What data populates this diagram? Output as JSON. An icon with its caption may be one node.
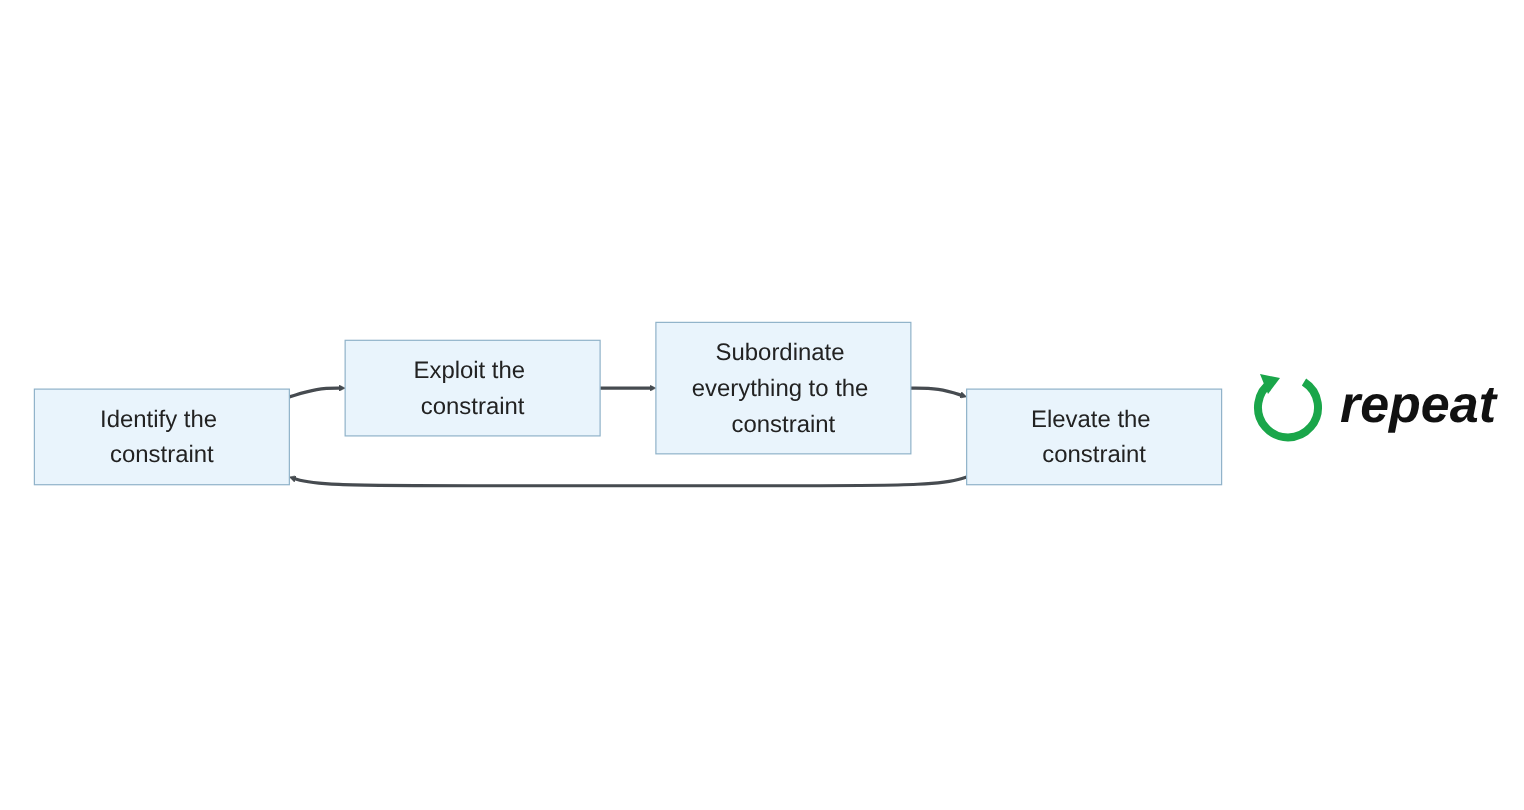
{
  "diagram": {
    "nodes": [
      {
        "text": [
          "Identify the constraint"
        ]
      },
      {
        "text": [
          "Exploit the constraint"
        ]
      },
      {
        "text": [
          "Subordinate everything to the constraint"
        ]
      },
      {
        "text": [
          "Elevate the constraint"
        ]
      }
    ],
    "edges": [
      {
        "from": 0,
        "to": 1,
        "arrow": "to"
      },
      {
        "from": 1,
        "to": 2,
        "arrow": "to"
      },
      {
        "from": 2,
        "to": 3,
        "arrow": "to"
      },
      {
        "from": 3,
        "to": 0,
        "arrow": "to"
      }
    ],
    "labels": [
      "repeat"
    ]
  }
}
